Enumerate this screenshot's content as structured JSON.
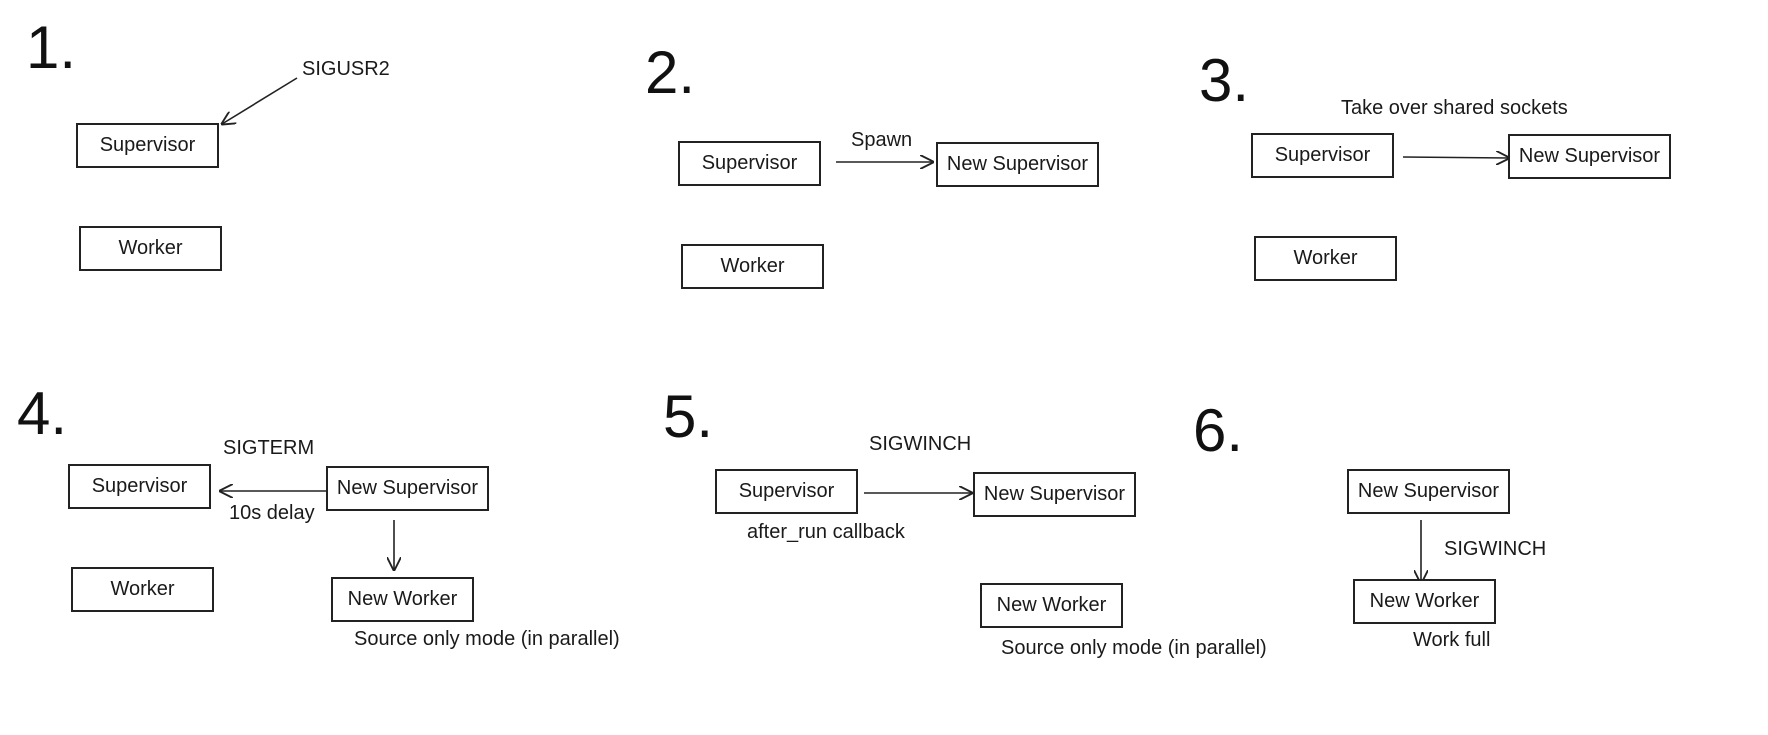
{
  "steps": [
    {
      "number": "1.",
      "boxes": {
        "supervisor": "Supervisor",
        "worker": "Worker"
      },
      "labels": {
        "signal": "SIGUSR2"
      }
    },
    {
      "number": "2.",
      "boxes": {
        "supervisor": "Supervisor",
        "new_supervisor": "New Supervisor",
        "worker": "Worker"
      },
      "labels": {
        "action": "Spawn"
      }
    },
    {
      "number": "3.",
      "boxes": {
        "supervisor": "Supervisor",
        "new_supervisor": "New Supervisor",
        "worker": "Worker"
      },
      "labels": {
        "action": "Take over shared sockets"
      }
    },
    {
      "number": "4.",
      "boxes": {
        "supervisor": "Supervisor",
        "new_supervisor": "New Supervisor",
        "worker": "Worker",
        "new_worker": "New Worker"
      },
      "labels": {
        "signal": "SIGTERM",
        "delay": "10s delay",
        "mode": "Source only mode (in parallel)"
      }
    },
    {
      "number": "5.",
      "boxes": {
        "supervisor": "Supervisor",
        "new_supervisor": "New Supervisor",
        "new_worker": "New Worker"
      },
      "labels": {
        "signal": "SIGWINCH",
        "callback": "after_run callback",
        "mode": "Source only mode (in parallel)"
      }
    },
    {
      "number": "6.",
      "boxes": {
        "new_supervisor": "New Supervisor",
        "new_worker": "New Worker"
      },
      "labels": {
        "signal": "SIGWINCH",
        "mode": "Work full"
      }
    }
  ],
  "colors": {
    "ink": "#222222",
    "background": "#ffffff"
  }
}
